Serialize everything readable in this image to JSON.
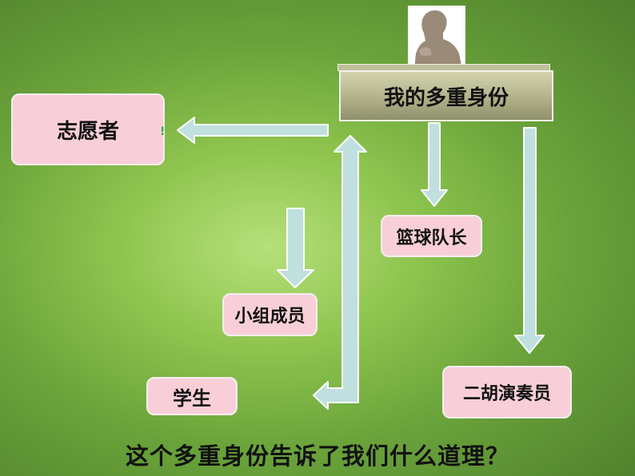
{
  "title": "我的多重身份",
  "nodes": {
    "volunteer": "志愿者",
    "basketball_captain": "篮球队长",
    "group_member": "小组成员",
    "student": "学生",
    "erhu_player": "二胡演奏员"
  },
  "volunteer_mark": "!",
  "question": "这个多重身份告诉了我们什么道理？",
  "colors": {
    "node_fill": "#f8cfd8",
    "arrow_fill": "#bfe0df",
    "title_fill": "#b2b28a"
  }
}
